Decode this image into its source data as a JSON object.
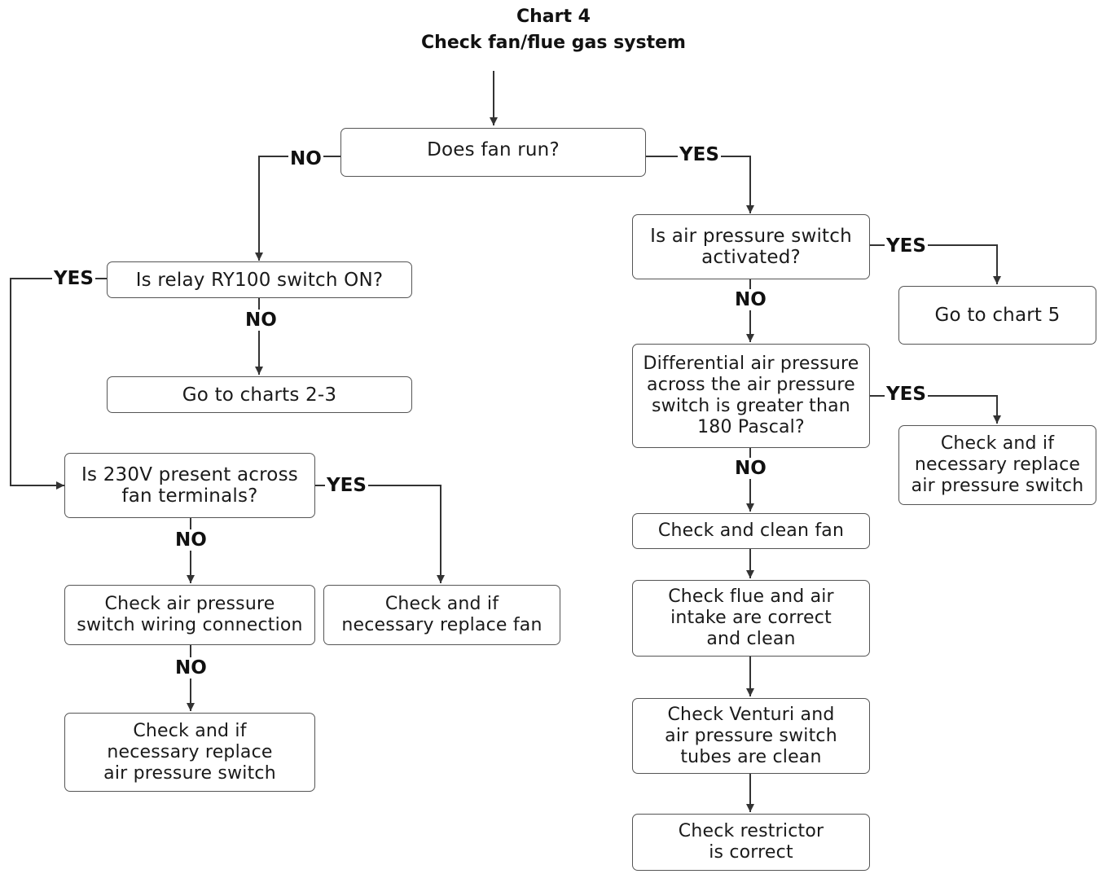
{
  "title": "Chart 4",
  "subtitle": "Check fan/flue gas system",
  "nodes": {
    "fan_run": "Does fan run?",
    "relay_on": "Is relay RY100 switch ON?",
    "go_charts_2_3": "Go to charts 2-3",
    "v230_present": "Is 230V present across\nfan terminals?",
    "check_wiring": "Check air pressure\nswitch wiring connection",
    "replace_fan": "Check and if\nnecessary replace fan",
    "replace_aps_left": "Check and if\nnecessary replace\nair pressure switch",
    "aps_activated": "Is air pressure switch\nactivated?",
    "go_chart_5": "Go to chart 5",
    "diff_pressure": "Differential air pressure\nacross the air pressure\nswitch is greater than\n180 Pascal?",
    "replace_aps_right": "Check and if\nnecessary replace\nair pressure switch",
    "clean_fan": "Check and clean fan",
    "flue_intake": "Check flue and air\nintake are correct\nand clean",
    "venturi": "Check Venturi and\nair pressure switch\ntubes are clean",
    "restrictor": "Check restrictor\nis correct"
  },
  "labels": {
    "no": "NO",
    "yes": "YES"
  },
  "colors": {
    "line": "#333333",
    "border": "#555555"
  }
}
